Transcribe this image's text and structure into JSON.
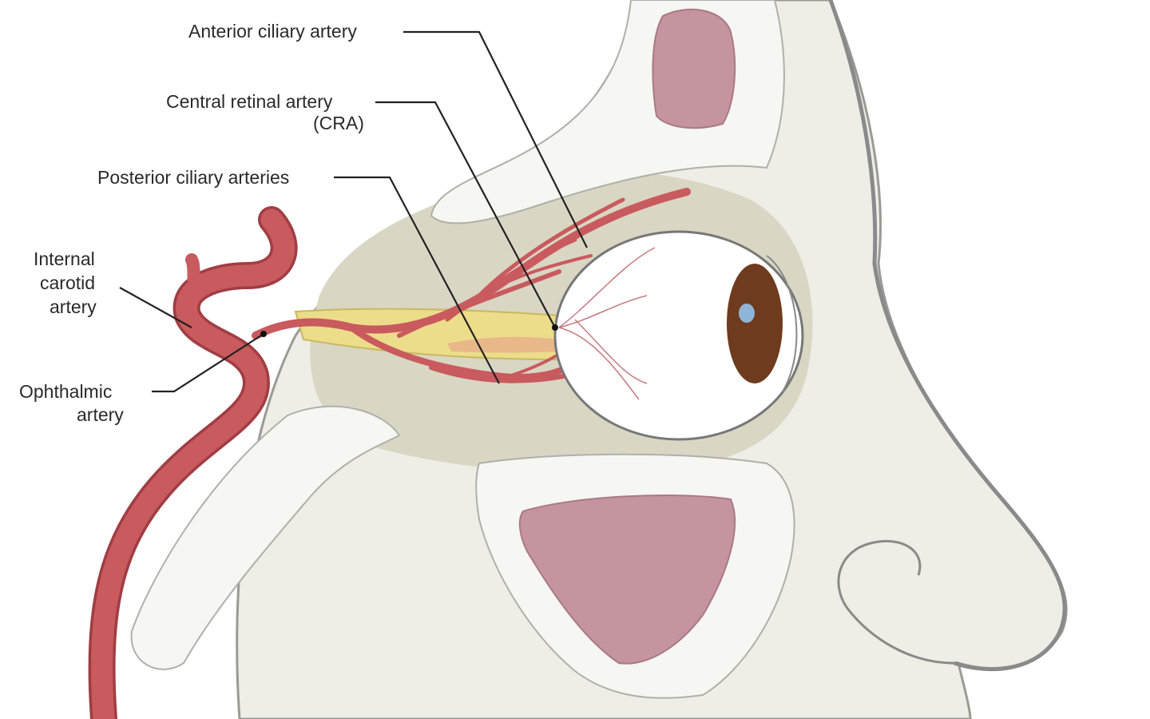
{
  "labels": {
    "anterior_ciliary": "Anterior ciliary artery",
    "central_retinal_1": "Central retinal artery",
    "central_retinal_2": "(CRA)",
    "posterior_ciliary": "Posterior ciliary arteries",
    "internal_carotid_1": "Internal",
    "internal_carotid_2": "carotid",
    "internal_carotid_3": "artery",
    "ophthalmic_1": "Ophthalmic",
    "ophthalmic_2": "artery"
  },
  "colors": {
    "background": "#ffffff",
    "skin_tissue": "#eeede6",
    "orbit_shade": "#d9d6c4",
    "bone_border": "#f6f6f2",
    "sinus": "#c5949f",
    "artery": "#c95a5e",
    "artery_dark": "#a03d43",
    "optic_nerve": "#ecdd8a",
    "sclera": "#ffffff",
    "iris": "#6e3b1e",
    "outline": "#8a8a8a"
  }
}
